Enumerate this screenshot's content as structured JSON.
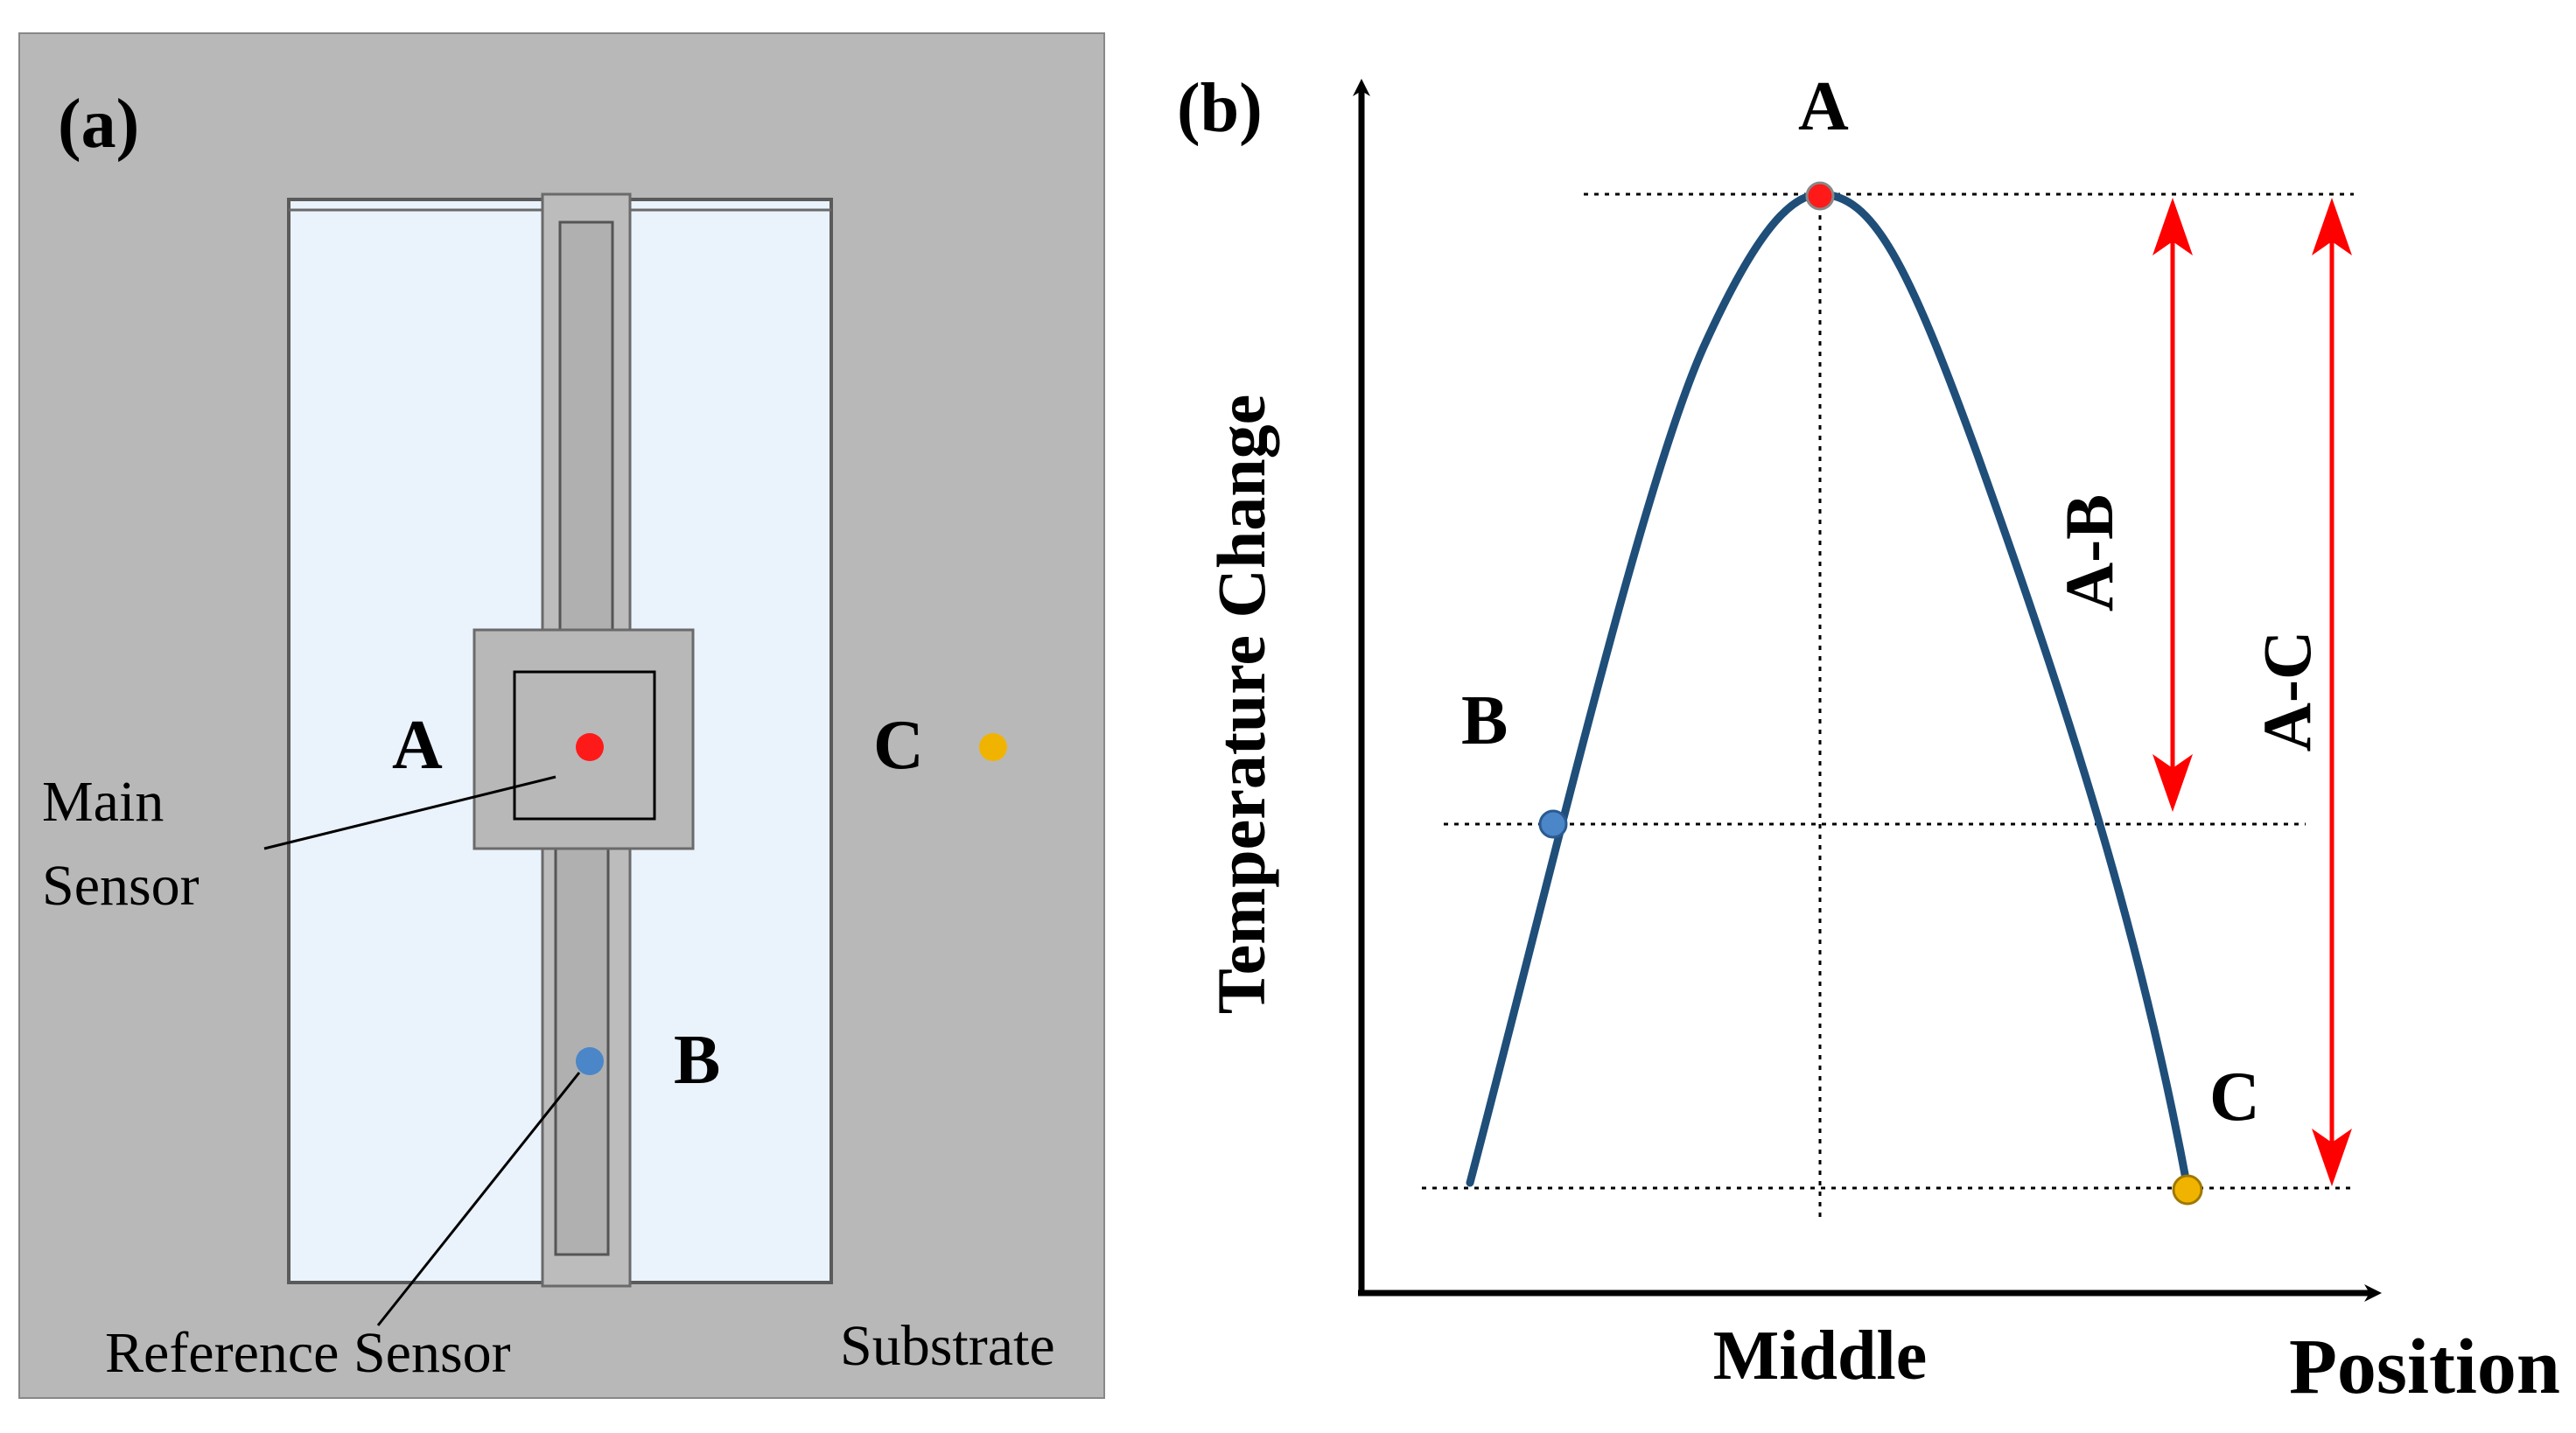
{
  "panel_a": {
    "label": "(a)",
    "point_a": "A",
    "point_b": "B",
    "point_c": "C",
    "main_sensor_line1": "Main",
    "main_sensor_line2": "Sensor",
    "reference_sensor": "Reference Sensor",
    "substrate": "Substrate"
  },
  "panel_b": {
    "label": "(b)",
    "y_axis_label": "Temperature Change",
    "x_axis_label": "Position",
    "x_tick_label": "Middle",
    "point_a": "A",
    "point_b": "B",
    "point_c": "C",
    "arrow_ab": "A-B",
    "arrow_ac": "A-C"
  },
  "colors": {
    "substrate": "#b8b8b8",
    "membrane": "#eaf2fc",
    "curve": "#1f4e79",
    "point_a": "#ff1a1a",
    "point_b": "#4a86c8",
    "point_c": "#f0b400",
    "arrow": "#ff0000"
  }
}
